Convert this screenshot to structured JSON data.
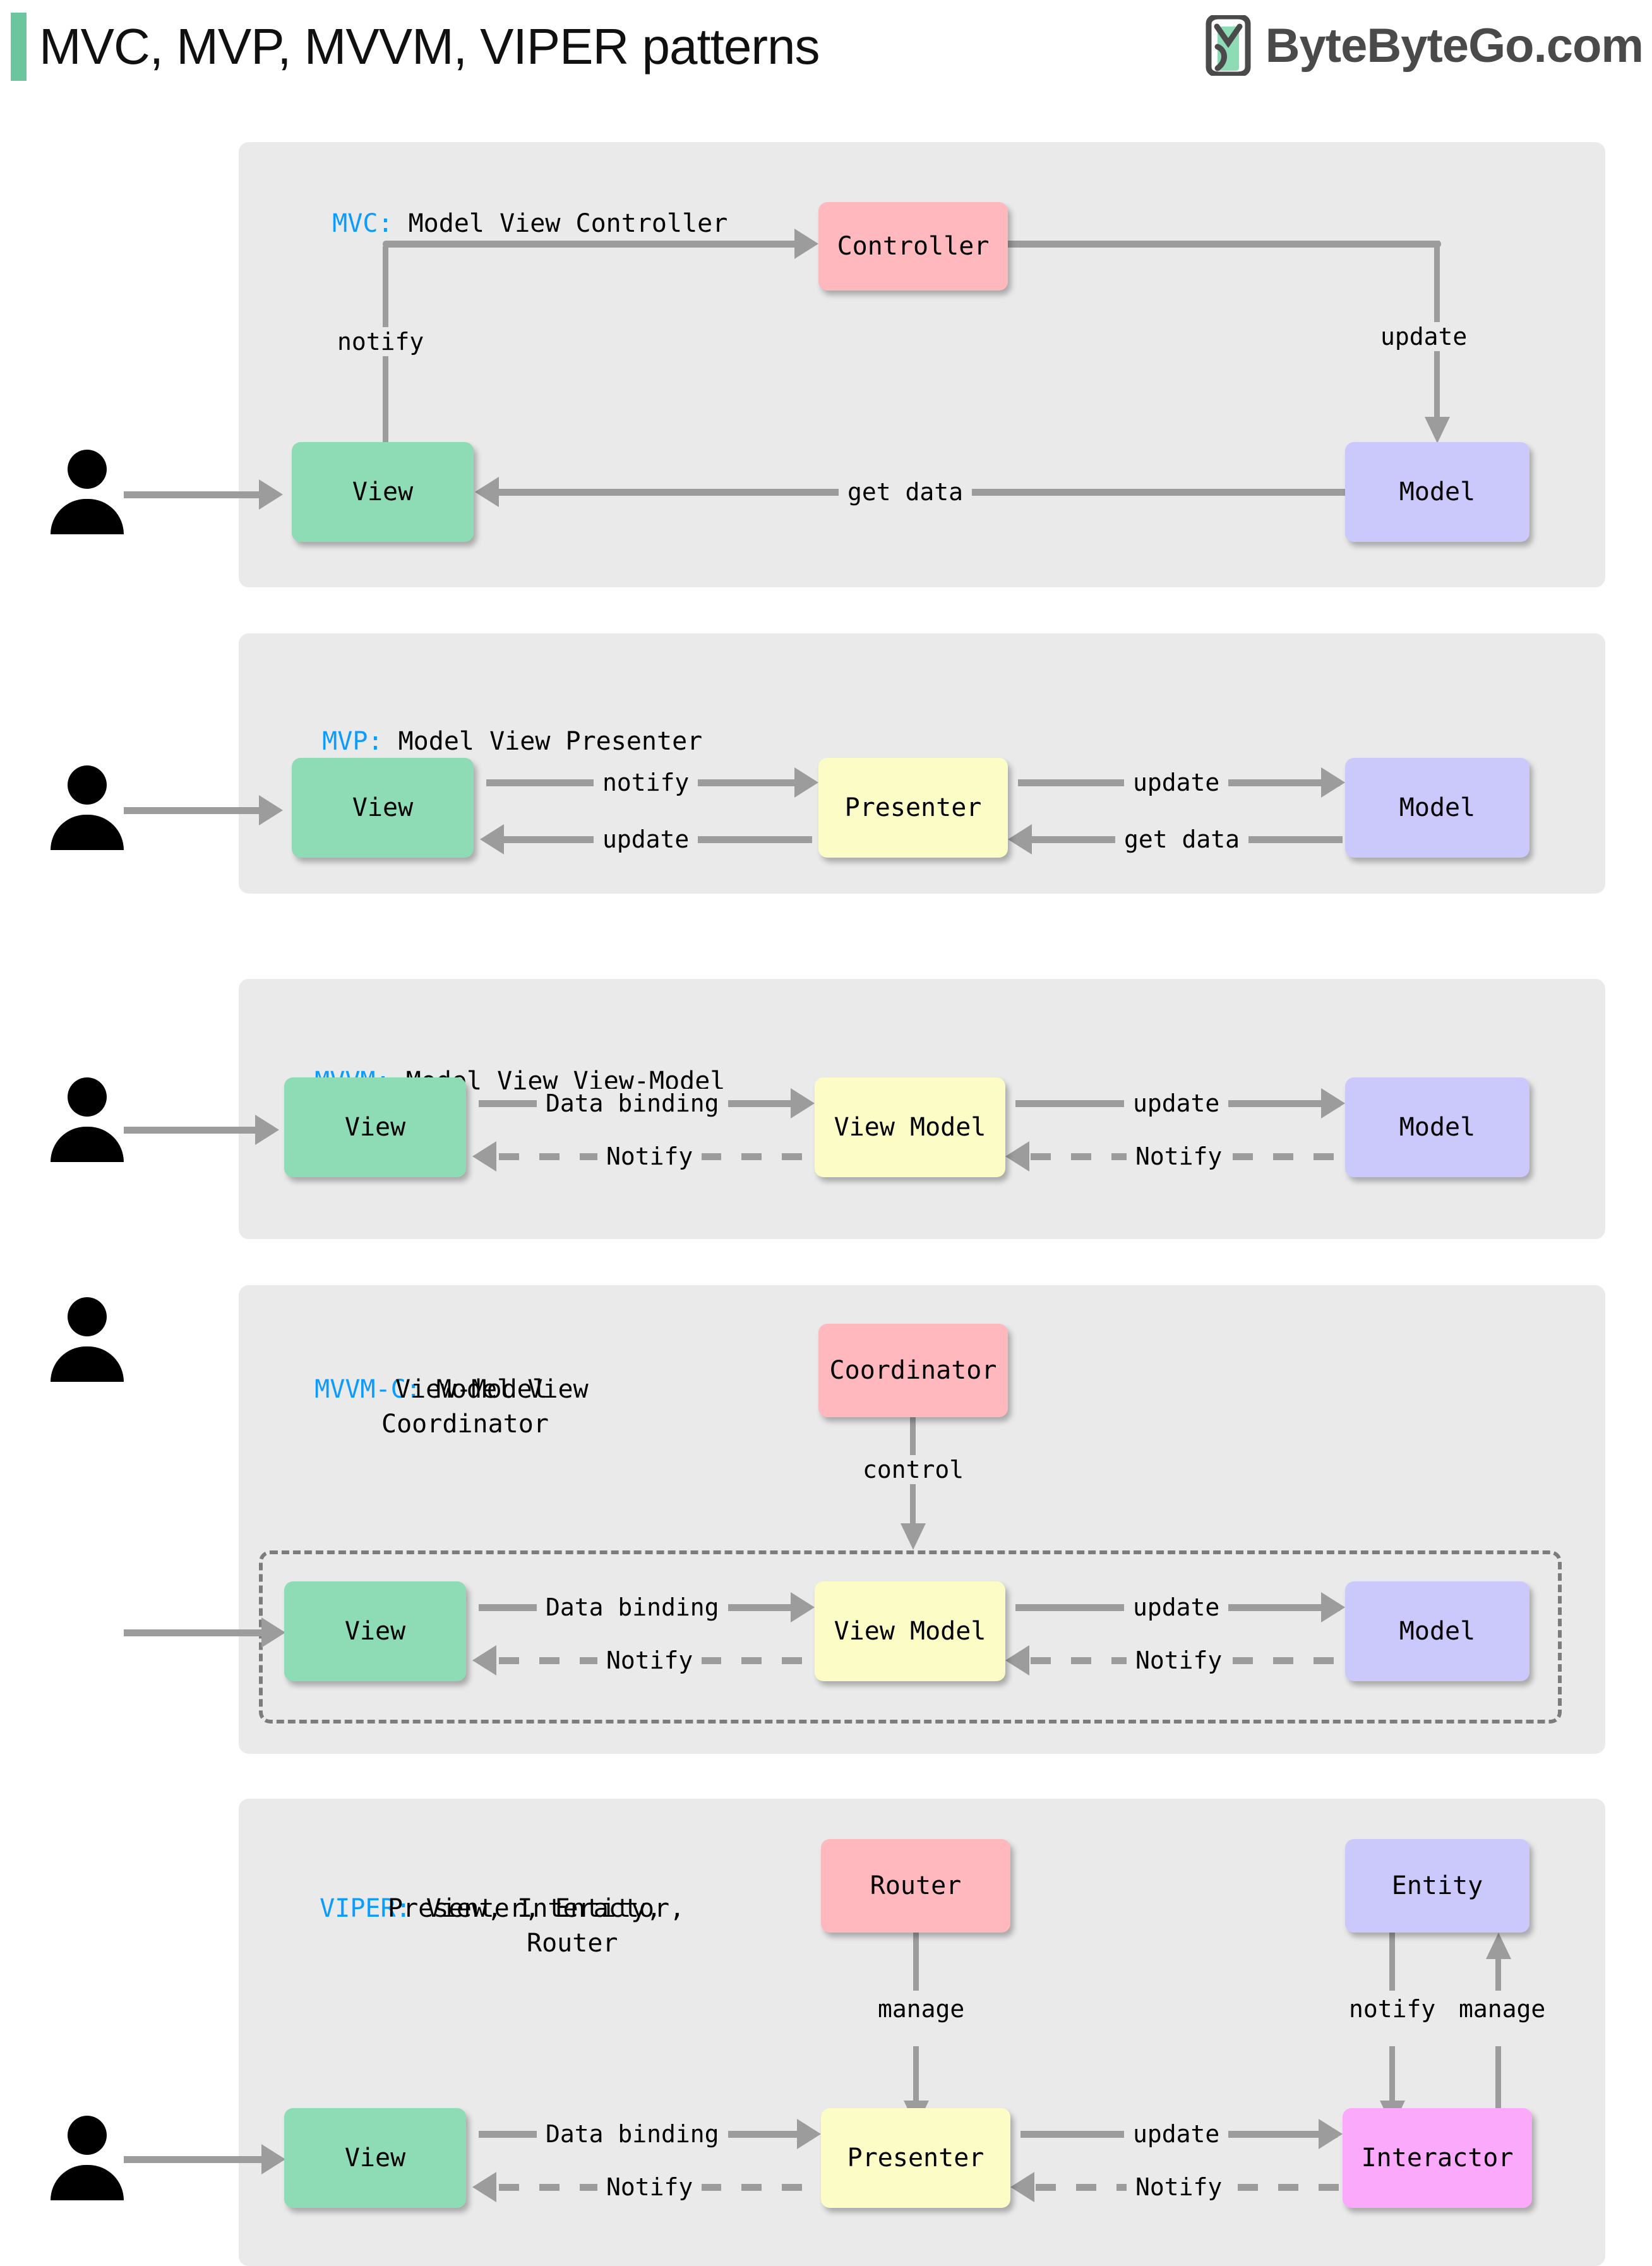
{
  "header": {
    "title": "MVC, MVP, MVVM, VIPER patterns",
    "brand_name": "ByteByteGo.com",
    "accent_color": "#6BC6A0",
    "logo_icon": "bytebytego-logo-icon"
  },
  "palette": {
    "panel_bg": "#EAEAEA",
    "view_green": "#8EDCB6",
    "model_purple": "#CBC9FB",
    "controller_pink": "#FFB9BE",
    "presenter_yellow": "#FCFCC6",
    "interactor_magenta": "#FBAAFB",
    "connector_gray": "#9C9C9C",
    "key_blue": "#0C9BFF"
  },
  "sections": [
    {
      "key": "MVC:",
      "expansion": "Model View Controller",
      "nodes": {
        "controller": "Controller",
        "view": "View",
        "model": "Model"
      },
      "edges": {
        "notify": "notify",
        "update": "update",
        "get_data": "get data"
      }
    },
    {
      "key": "MVP:",
      "expansion": "Model View Presenter",
      "nodes": {
        "view": "View",
        "presenter": "Presenter",
        "model": "Model"
      },
      "edges": {
        "notify": "notify",
        "update_in": "update",
        "update_back": "update",
        "get_data": "get data"
      }
    },
    {
      "key": "MVVM:",
      "expansion": "Model View View-Model",
      "nodes": {
        "view": "View",
        "view_model": "View Model",
        "model": "Model"
      },
      "edges": {
        "data_binding": "Data binding",
        "update": "update",
        "notify_left": "Notify",
        "notify_right": "Notify"
      }
    },
    {
      "key": "MVVM-C:",
      "expansion_line1": "Model View",
      "expansion_line2": "View-Model",
      "expansion_line3": "Coordinator",
      "nodes": {
        "coordinator": "Coordinator",
        "view": "View",
        "view_model": "View Model",
        "model": "Model"
      },
      "edges": {
        "control": "control",
        "data_binding": "Data binding",
        "update": "update",
        "notify_left": "Notify",
        "notify_right": "Notify"
      }
    },
    {
      "key": "VIPER:",
      "expansion_line1": "View, Interactor,",
      "expansion_line2": "Presenter, Entity,",
      "expansion_line3": "Router",
      "nodes": {
        "router": "Router",
        "entity": "Entity",
        "view": "View",
        "presenter": "Presenter",
        "interactor": "Interactor"
      },
      "edges": {
        "manage_router": "manage",
        "notify_entity": "notify",
        "manage_entity": "manage",
        "data_binding": "Data binding",
        "update": "update",
        "notify_left": "Notify",
        "notify_right": "Notify"
      }
    }
  ]
}
